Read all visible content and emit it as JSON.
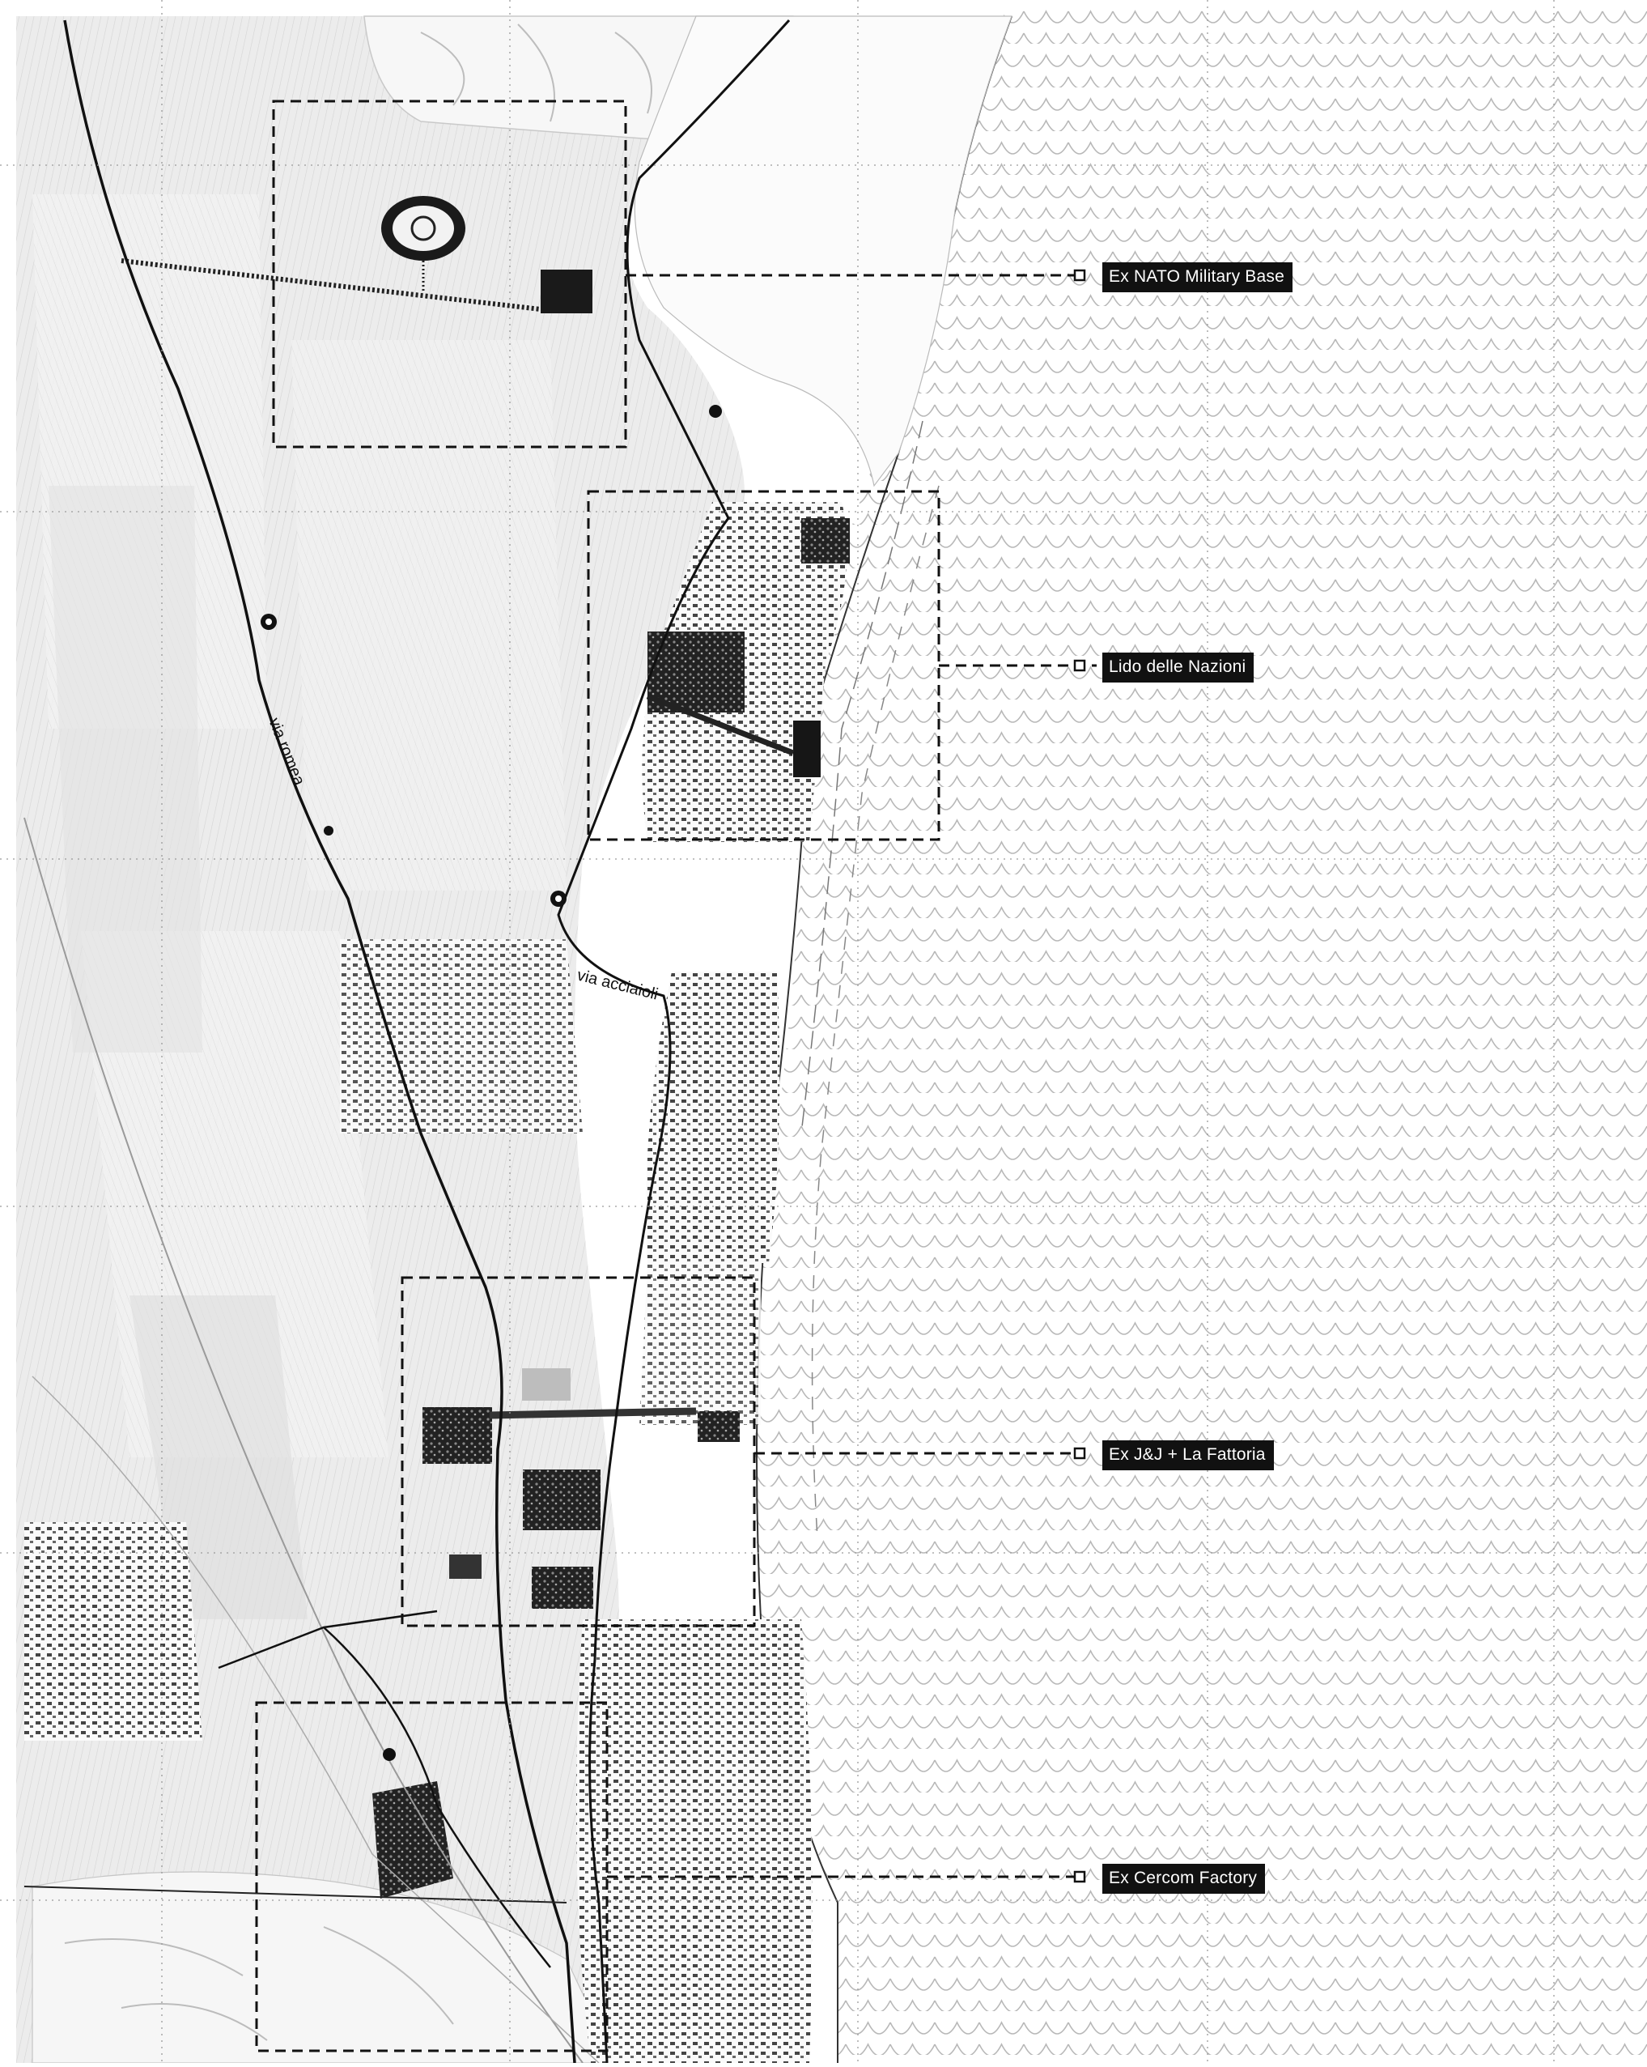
{
  "map": {
    "roads": [
      {
        "name": "via romea"
      },
      {
        "name": "via acciaioli"
      }
    ],
    "sites": [
      {
        "label": "Ex NATO Military Base"
      },
      {
        "label": "Lido delle Nazioni"
      },
      {
        "label": "Ex J&J + La Fattoria"
      },
      {
        "label": "Ex Cercom Factory"
      }
    ],
    "colors": {
      "ink": "#111111",
      "fields": "#e9e9e9",
      "fields_dark": "#dcdcdc",
      "sea_pattern": "#b5b5b5",
      "grid": "#9a9a9a"
    }
  }
}
